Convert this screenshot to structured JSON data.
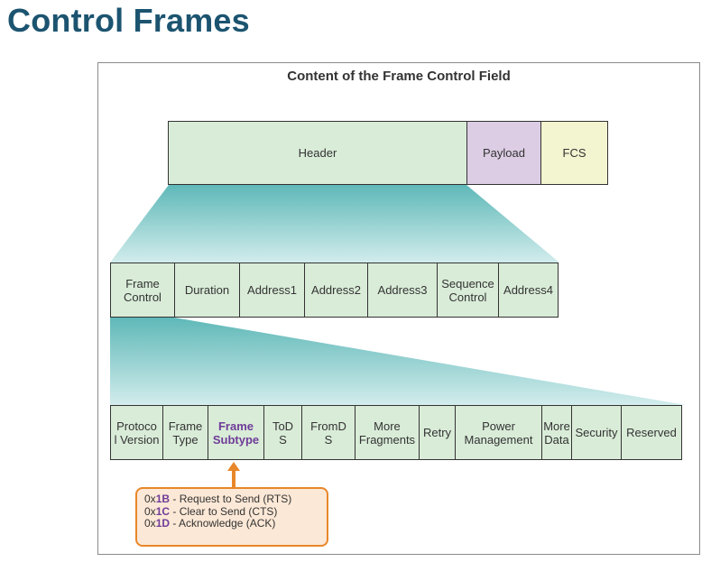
{
  "page_title": "Control Frames",
  "diagram": {
    "title": "Content of the Frame Control Field",
    "frame": [
      {
        "label": "Header",
        "color": "green"
      },
      {
        "label": "Payload",
        "color": "purple"
      },
      {
        "label": "FCS",
        "color": "yellow"
      }
    ],
    "header_fields": [
      {
        "label": "Frame\nControl"
      },
      {
        "label": "Duration"
      },
      {
        "label": "Address1"
      },
      {
        "label": "Address2"
      },
      {
        "label": "Address3"
      },
      {
        "label": "Sequence\nControl"
      },
      {
        "label": "Address4"
      }
    ],
    "frame_control_fields": [
      {
        "label": "Protoco\nl Version",
        "highlight": false
      },
      {
        "label": "Frame\nType",
        "highlight": false
      },
      {
        "label": "Frame\nSubtype",
        "highlight": true
      },
      {
        "label": "ToD\nS",
        "highlight": false
      },
      {
        "label": "FromD\nS",
        "highlight": false
      },
      {
        "label": "More\nFragments",
        "highlight": false
      },
      {
        "label": "Retry",
        "highlight": false
      },
      {
        "label": "Power\nManagement",
        "highlight": false
      },
      {
        "label": "More\nData",
        "highlight": false
      },
      {
        "label": "Security",
        "highlight": false
      },
      {
        "label": "Reserved",
        "highlight": false
      }
    ],
    "callout": [
      {
        "prefix": "0x",
        "code": "1B",
        "text": " - Request to Send (RTS)"
      },
      {
        "prefix": "0x",
        "code": "1C",
        "text": " - Clear to Send (CTS)"
      },
      {
        "prefix": "0x",
        "code": "1D",
        "text": " - Acknowledge (ACK)"
      }
    ]
  },
  "colors": {
    "title": "#1c5470",
    "green_field": "#d9ecd8",
    "purple_field": "#dccde4",
    "yellow_field": "#f3f4d0",
    "highlight_text": "#6f3c98",
    "callout_border": "#e8872a",
    "callout_fill": "#fce8d6",
    "funnel": "#6fc0c0"
  }
}
